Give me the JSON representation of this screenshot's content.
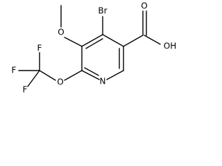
{
  "molecule": {
    "atoms": {
      "br": "Br",
      "oh": "OH",
      "carbonyl_o": "O",
      "methoxy_o": "O",
      "ring_n": "N",
      "ether_o": "O",
      "f_top": "F",
      "f_left": "F",
      "f_bottom": "F"
    }
  },
  "colors": {
    "background": "#ffffff",
    "ink": "#000000"
  }
}
